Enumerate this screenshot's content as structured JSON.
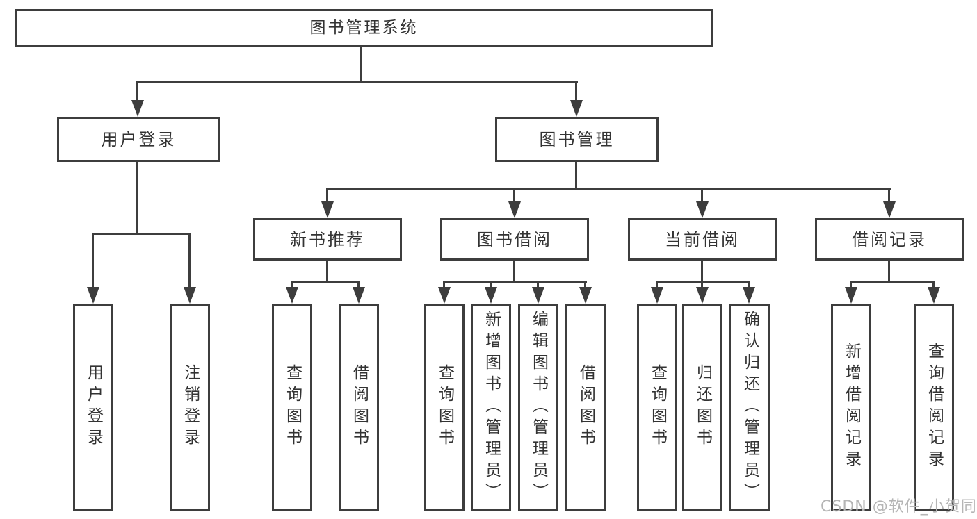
{
  "diagram": {
    "root": {
      "label": "图书管理系统"
    },
    "level2": [
      {
        "label": "用户登录"
      },
      {
        "label": "图书管理"
      }
    ],
    "level3": [
      {
        "label": "新书推荐"
      },
      {
        "label": "图书借阅"
      },
      {
        "label": "当前借阅"
      },
      {
        "label": "借阅记录"
      }
    ],
    "leaves": {
      "user_login": [
        "用户登录",
        "注销登录"
      ],
      "new_book": [
        "查询图书",
        "借阅图书"
      ],
      "book_borrow": [
        "查询图书",
        "新增图书（管理员）",
        "编辑图书（管理员）",
        "借阅图书"
      ],
      "current_borrow": [
        "查询图书",
        "归还图书",
        "确认归还（管理员）"
      ],
      "borrow_records": [
        "新增借阅记录",
        "查询借阅记录"
      ]
    }
  },
  "watermark": "CSDN @软件_小贺同学",
  "colors": {
    "line": "#3d3d3d",
    "text": "#333333",
    "watermark": "#b5b5b5",
    "background": "#ffffff"
  }
}
